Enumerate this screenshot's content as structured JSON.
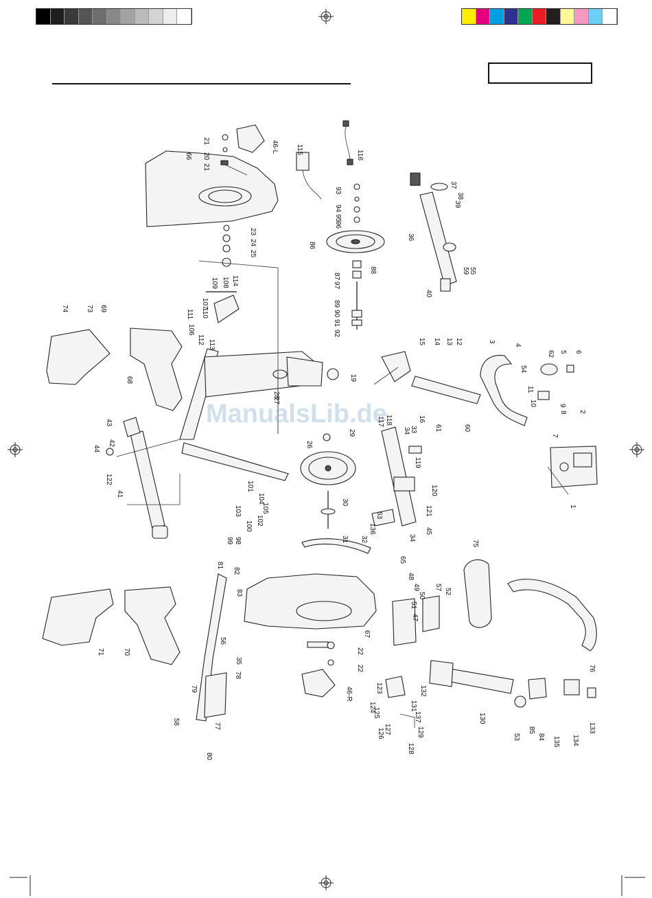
{
  "registration": {
    "grayscale": [
      "#000000",
      "#1f1f1f",
      "#3a3a3a",
      "#555555",
      "#6e6e6e",
      "#888888",
      "#a2a2a2",
      "#bbbbbb",
      "#d4d4d4",
      "#ededed",
      "#ffffff"
    ],
    "process_colors": [
      "#ffed00",
      "#e6007e",
      "#009fe3",
      "#2e3192",
      "#00a651",
      "#ed1c24",
      "#231f20",
      "#fff799",
      "#f49ac2",
      "#6dcff6",
      "#ffffff"
    ]
  },
  "page_label": "",
  "watermark": "ManualsLib.de",
  "parts": [
    {
      "id": "p1",
      "text": "1"
    },
    {
      "id": "p2",
      "text": "2"
    },
    {
      "id": "p3",
      "text": "3"
    },
    {
      "id": "p4",
      "text": "4"
    },
    {
      "id": "p5",
      "text": "5"
    },
    {
      "id": "p6",
      "text": "6"
    },
    {
      "id": "p7",
      "text": "7"
    },
    {
      "id": "p8",
      "text": "8"
    },
    {
      "id": "p9",
      "text": "9"
    },
    {
      "id": "p10",
      "text": "10"
    },
    {
      "id": "p11",
      "text": "11"
    },
    {
      "id": "p12",
      "text": "12"
    },
    {
      "id": "p13",
      "text": "13"
    },
    {
      "id": "p14",
      "text": "14"
    },
    {
      "id": "p15",
      "text": "15"
    },
    {
      "id": "p16",
      "text": "16"
    },
    {
      "id": "p19",
      "text": "19"
    },
    {
      "id": "p20",
      "text": "20"
    },
    {
      "id": "p21a",
      "text": "21"
    },
    {
      "id": "p21b",
      "text": "21"
    },
    {
      "id": "p22a",
      "text": "22"
    },
    {
      "id": "p22b",
      "text": "22"
    },
    {
      "id": "p23",
      "text": "23"
    },
    {
      "id": "p24",
      "text": "24"
    },
    {
      "id": "p25",
      "text": "25"
    },
    {
      "id": "p26",
      "text": "26"
    },
    {
      "id": "p27",
      "text": "27"
    },
    {
      "id": "p28",
      "text": "28"
    },
    {
      "id": "p29",
      "text": "29"
    },
    {
      "id": "p30",
      "text": "30"
    },
    {
      "id": "p31",
      "text": "31"
    },
    {
      "id": "p32",
      "text": "32"
    },
    {
      "id": "p33",
      "text": "33"
    },
    {
      "id": "p34a",
      "text": "34"
    },
    {
      "id": "p34b",
      "text": "34"
    },
    {
      "id": "p35",
      "text": "35"
    },
    {
      "id": "p36",
      "text": "36"
    },
    {
      "id": "p37",
      "text": "37"
    },
    {
      "id": "p38",
      "text": "38"
    },
    {
      "id": "p39",
      "text": "39"
    },
    {
      "id": "p40",
      "text": "40"
    },
    {
      "id": "p41",
      "text": "41"
    },
    {
      "id": "p42",
      "text": "42"
    },
    {
      "id": "p43",
      "text": "43"
    },
    {
      "id": "p44",
      "text": "44"
    },
    {
      "id": "p45",
      "text": "45"
    },
    {
      "id": "p46L",
      "text": "46-L"
    },
    {
      "id": "p46R",
      "text": "46-R"
    },
    {
      "id": "p47",
      "text": "47"
    },
    {
      "id": "p48",
      "text": "48"
    },
    {
      "id": "p49",
      "text": "49"
    },
    {
      "id": "p50",
      "text": "50"
    },
    {
      "id": "p51",
      "text": "51"
    },
    {
      "id": "p52",
      "text": "52"
    },
    {
      "id": "p53",
      "text": "53"
    },
    {
      "id": "p54",
      "text": "54"
    },
    {
      "id": "p55",
      "text": "55"
    },
    {
      "id": "p56",
      "text": "56"
    },
    {
      "id": "p57",
      "text": "57"
    },
    {
      "id": "p58",
      "text": "58"
    },
    {
      "id": "p59",
      "text": "59"
    },
    {
      "id": "p60",
      "text": "60"
    },
    {
      "id": "p61",
      "text": "61"
    },
    {
      "id": "p62",
      "text": "62"
    },
    {
      "id": "p63",
      "text": "63"
    },
    {
      "id": "p65",
      "text": "65"
    },
    {
      "id": "p66",
      "text": "66"
    },
    {
      "id": "p67",
      "text": "67"
    },
    {
      "id": "p68",
      "text": "68"
    },
    {
      "id": "p69",
      "text": "69"
    },
    {
      "id": "p70",
      "text": "70"
    },
    {
      "id": "p71",
      "text": "71"
    },
    {
      "id": "p73",
      "text": "73"
    },
    {
      "id": "p74",
      "text": "74"
    },
    {
      "id": "p75",
      "text": "75"
    },
    {
      "id": "p76",
      "text": "76"
    },
    {
      "id": "p77",
      "text": "77"
    },
    {
      "id": "p78",
      "text": "78"
    },
    {
      "id": "p79",
      "text": "79"
    },
    {
      "id": "p80",
      "text": "80"
    },
    {
      "id": "p81",
      "text": "81"
    },
    {
      "id": "p82",
      "text": "82"
    },
    {
      "id": "p83",
      "text": "83"
    },
    {
      "id": "p84",
      "text": "84"
    },
    {
      "id": "p85",
      "text": "85"
    },
    {
      "id": "p86",
      "text": "86"
    },
    {
      "id": "p87",
      "text": "87"
    },
    {
      "id": "p88",
      "text": "88"
    },
    {
      "id": "p89",
      "text": "89"
    },
    {
      "id": "p90",
      "text": "90"
    },
    {
      "id": "p91",
      "text": "91"
    },
    {
      "id": "p92",
      "text": "92"
    },
    {
      "id": "p93",
      "text": "93"
    },
    {
      "id": "p94",
      "text": "94"
    },
    {
      "id": "p95",
      "text": "95"
    },
    {
      "id": "p96",
      "text": "96"
    },
    {
      "id": "p97",
      "text": "97"
    },
    {
      "id": "p98",
      "text": "98"
    },
    {
      "id": "p99",
      "text": "99"
    },
    {
      "id": "p100",
      "text": "100"
    },
    {
      "id": "p101",
      "text": "101"
    },
    {
      "id": "p102",
      "text": "102"
    },
    {
      "id": "p103",
      "text": "103"
    },
    {
      "id": "p104",
      "text": "104"
    },
    {
      "id": "p105",
      "text": "105"
    },
    {
      "id": "p106",
      "text": "106"
    },
    {
      "id": "p107",
      "text": "107"
    },
    {
      "id": "p108",
      "text": "108"
    },
    {
      "id": "p109",
      "text": "109"
    },
    {
      "id": "p110",
      "text": "110"
    },
    {
      "id": "p111",
      "text": "111"
    },
    {
      "id": "p112",
      "text": "112"
    },
    {
      "id": "p113",
      "text": "113"
    },
    {
      "id": "p114",
      "text": "114"
    },
    {
      "id": "p115",
      "text": "115"
    },
    {
      "id": "p116",
      "text": "116"
    },
    {
      "id": "p117",
      "text": "117"
    },
    {
      "id": "p118",
      "text": "118"
    },
    {
      "id": "p119",
      "text": "119"
    },
    {
      "id": "p120",
      "text": "120"
    },
    {
      "id": "p121",
      "text": "121"
    },
    {
      "id": "p122",
      "text": "122"
    },
    {
      "id": "p123",
      "text": "123"
    },
    {
      "id": "p124",
      "text": "124"
    },
    {
      "id": "p125",
      "text": "125"
    },
    {
      "id": "p126",
      "text": "126"
    },
    {
      "id": "p127",
      "text": "127"
    },
    {
      "id": "p128",
      "text": "128"
    },
    {
      "id": "p129",
      "text": "129"
    },
    {
      "id": "p130",
      "text": "130"
    },
    {
      "id": "p131",
      "text": "131"
    },
    {
      "id": "p132",
      "text": "132"
    },
    {
      "id": "p133",
      "text": "133"
    },
    {
      "id": "p134",
      "text": "134"
    },
    {
      "id": "p135",
      "text": "135"
    },
    {
      "id": "p136",
      "text": "136"
    },
    {
      "id": "p137",
      "text": "137"
    }
  ]
}
